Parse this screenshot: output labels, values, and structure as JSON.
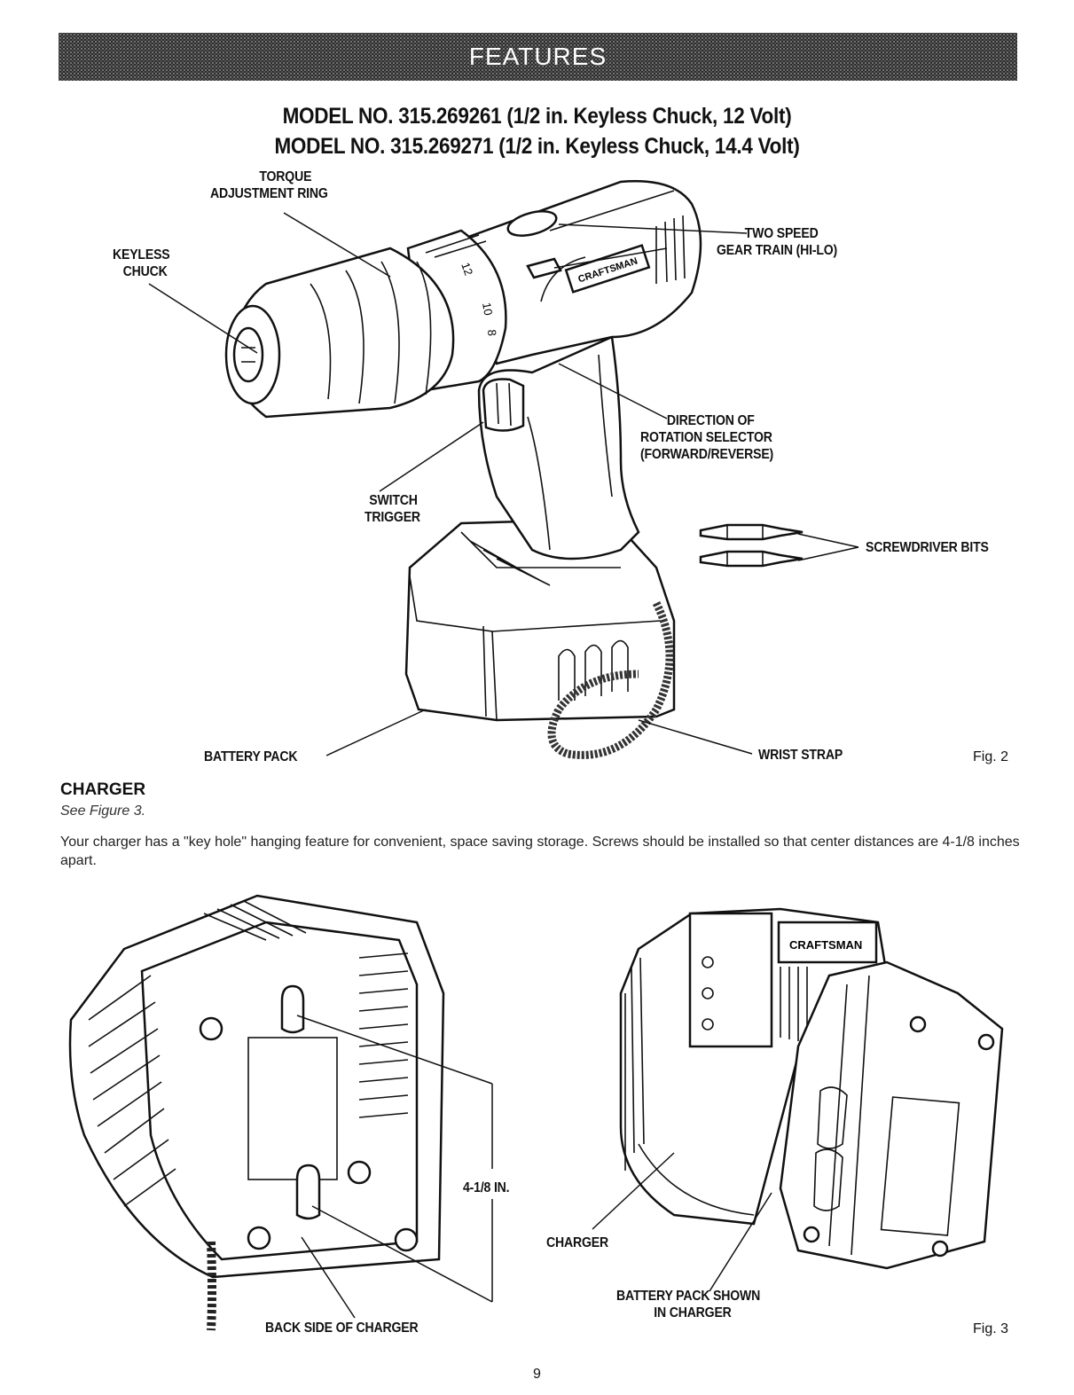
{
  "banner": {
    "title": "FEATURES"
  },
  "models": [
    "MODEL NO. 315.269261 (1/2 in. Keyless Chuck, 12 Volt)",
    "MODEL NO. 315.269271 (1/2 in. Keyless Chuck, 14.4 Volt)"
  ],
  "fig2": {
    "labels": {
      "torque": [
        "TORQUE",
        "ADJUSTMENT RING"
      ],
      "chuck": [
        "KEYLESS",
        "CHUCK"
      ],
      "gear": [
        "TWO SPEED",
        "GEAR TRAIN (HI-LO)"
      ],
      "direction": [
        "DIRECTION OF",
        "ROTATION SELECTOR",
        "(FORWARD/REVERSE)"
      ],
      "trigger": [
        "SWITCH",
        "TRIGGER"
      ],
      "bits": "SCREWDRIVER BITS",
      "battery": "BATTERY PACK",
      "strap": "WRIST STRAP"
    },
    "caption": "Fig. 2",
    "brand": "CRAFTSMAN",
    "dial_numbers": [
      "12",
      "10",
      "8"
    ]
  },
  "charger_section": {
    "heading": "CHARGER",
    "reference": "See Figure 3.",
    "paragraph": "Your charger has a \"key hole\" hanging feature for convenient, space saving storage. Screws should be installed so that center distances are 4-1/8 inches apart."
  },
  "fig3": {
    "labels": {
      "distance": "4-1/8 in.",
      "back": "BACK SIDE OF CHARGER",
      "charger": "CHARGER",
      "pack": [
        "BATTERY PACK SHOWN",
        "IN CHARGER"
      ]
    },
    "caption": "Fig. 3",
    "brand": "CRAFTSMAN"
  },
  "page_number": "9"
}
